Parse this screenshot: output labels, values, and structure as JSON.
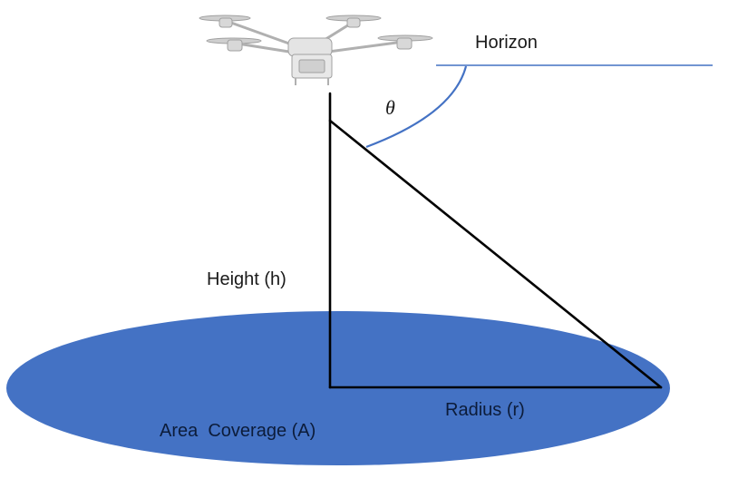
{
  "labels": {
    "horizon": "Horizon",
    "theta": "θ",
    "height": "Height (h)",
    "radius": "Radius (r)",
    "area": "Area  Coverage (A)"
  },
  "colors": {
    "coverage_fill": "#4472c4",
    "horizon_line": "#4472c4",
    "angle_arc": "#4472c4",
    "triangle": "#000000",
    "drone": "#c8c8c8"
  },
  "icons": {
    "drone": "quadcopter-drone-icon"
  }
}
